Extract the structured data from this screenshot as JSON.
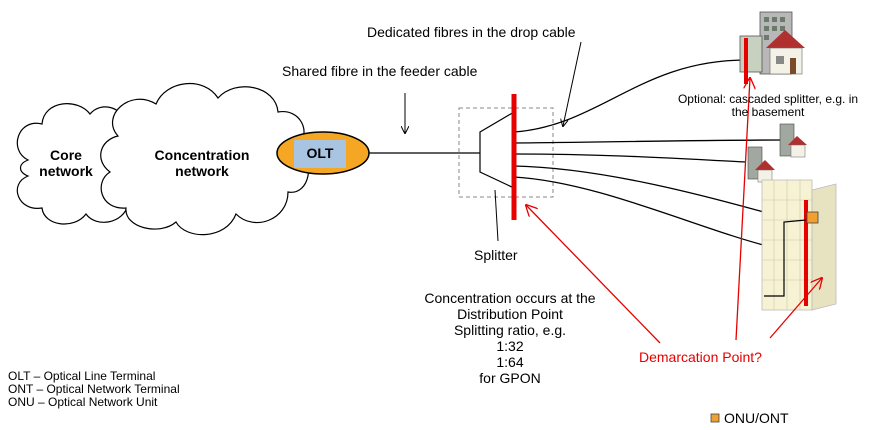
{
  "labels": {
    "dedicated_fibres": "Dedicated fibres in the drop cable",
    "shared_fibre": "Shared fibre in the feeder cable",
    "optional_splitter_line1": "Optional: cascaded splitter, e.g. in",
    "optional_splitter_line2": "the basement",
    "core_network_line1": "Core",
    "core_network_line2": "network",
    "concentration_network_line1": "Concentration",
    "concentration_network_line2": "network",
    "olt": "OLT",
    "splitter": "Splitter",
    "concentration_text": [
      "Concentration occurs at the",
      "Distribution Point",
      "Splitting ratio, e.g.",
      "1:32",
      "1:64",
      "for GPON"
    ],
    "demarcation": "Demarcation Point?",
    "legend_onu": "ONU/ONT"
  },
  "abbreviations": [
    "OLT – Optical Line Terminal",
    "ONT – Optical Network Terminal",
    "ONU – Optical Network Unit"
  ],
  "colors": {
    "olt_fill": "#f5a623",
    "olt_box": "#a8c4e0",
    "red_line": "#e60000",
    "onu_fill": "#f0a030"
  }
}
